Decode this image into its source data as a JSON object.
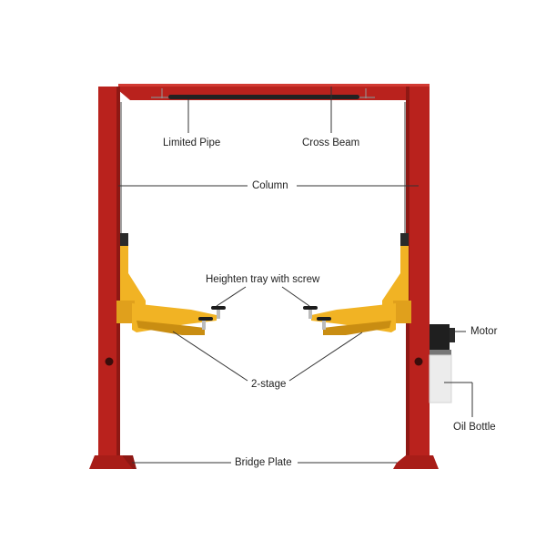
{
  "diagram": {
    "subject": "Two-post car lift",
    "colors": {
      "column": "#b9221d",
      "column_dark": "#8e1814",
      "arm": "#f1b324",
      "arm_dark": "#c98d12",
      "pad": "#1c1c1c",
      "motor": "#1f1f1f",
      "bottle": "#ececec",
      "leader": "#333333"
    },
    "labels": {
      "limited_pipe": "Limited Pipe",
      "cross_beam": "Cross Beam",
      "column": "Column",
      "heighten_tray": "Heighten tray with screw",
      "two_stage": "2-stage",
      "motor": "Motor",
      "oil_bottle": "Oil Bottle",
      "bridge_plate": "Bridge Plate"
    }
  }
}
